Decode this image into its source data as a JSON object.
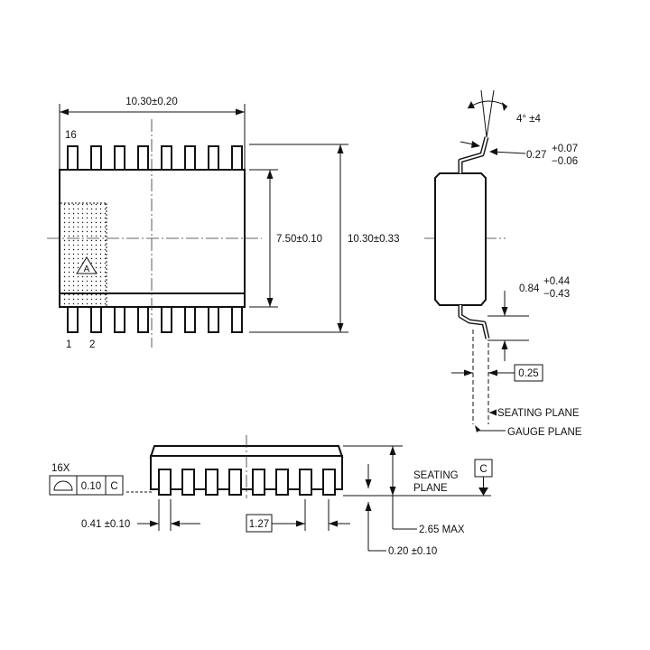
{
  "top_view": {
    "width_dim": "10.30±0.20",
    "body_width_dim": "7.50±0.10",
    "overall_width_dim": "10.30±0.33",
    "pin_16_label": "16",
    "pin_1_label": "1",
    "pin_2_label": "2",
    "note_marker": "A",
    "pin_count_per_side": 8
  },
  "side_view": {
    "angle_dim": "4° ±4",
    "lead_thickness_dim": "0.27",
    "lead_thickness_tol_plus": "+0.07",
    "lead_thickness_tol_minus": "−0.06",
    "foot_length_dim": "0.84",
    "foot_length_tol_plus": "+0.44",
    "foot_length_tol_minus": "−0.43",
    "gauge_dim": "0.25",
    "seating_plane_label": "SEATING PLANE",
    "gauge_plane_label": "GAUGE PLANE"
  },
  "front_view": {
    "count_label": "16X",
    "tolerance_value": "0.10",
    "datum_ref": "C",
    "lead_width_dim": "0.41 ±0.10",
    "pitch_dim": "1.27",
    "max_height_dim": "2.65 MAX",
    "standoff_dim": "0.20 ±0.10",
    "seating_plane_line1": "SEATING",
    "seating_plane_line2": "PLANE",
    "datum_label": "C"
  }
}
